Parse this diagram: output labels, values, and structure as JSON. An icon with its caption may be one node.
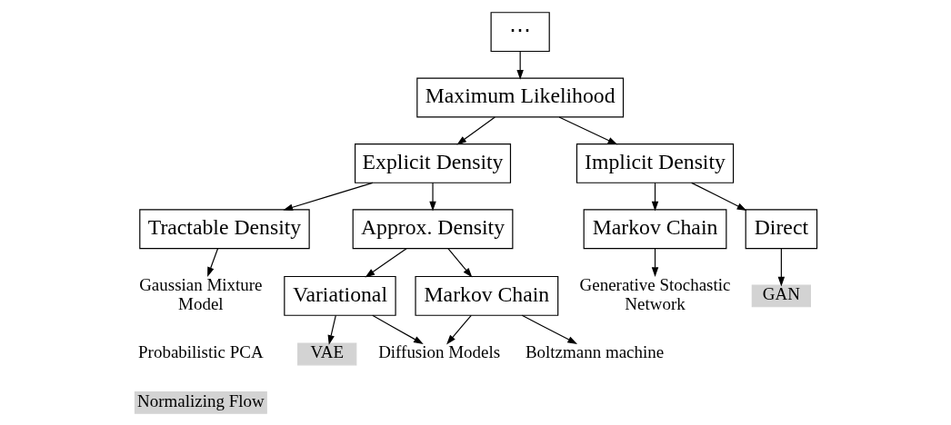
{
  "diagram": {
    "nodes": [
      {
        "text": [
          "⋯"
        ]
      },
      {
        "text": [
          "Maximum Likelihood"
        ]
      },
      {
        "text": [
          "Explicit Density"
        ]
      },
      {
        "text": [
          "Implicit Density"
        ]
      },
      {
        "text": [
          "Tractable Density"
        ]
      },
      {
        "text": [
          "Approx. Density"
        ]
      },
      {
        "text": [
          "Markov Chain"
        ]
      },
      {
        "text": [
          "Direct"
        ]
      },
      {
        "text": [
          "Gaussian Mixture Model"
        ]
      },
      {
        "text": [
          "Variational"
        ]
      },
      {
        "text": [
          "Markov Chain"
        ]
      },
      {
        "text": [
          "Generative Stochastic Network"
        ]
      },
      {
        "text": [
          "GAN"
        ]
      },
      {
        "text": [
          "VAE"
        ]
      },
      {
        "text": [
          "Diffusion Models"
        ]
      },
      {
        "text": [
          "Boltzmann machine"
        ]
      }
    ],
    "edges": [
      {
        "from": 0,
        "to": 1,
        "arrow": "to"
      },
      {
        "from": 1,
        "to": 2,
        "arrow": "to"
      },
      {
        "from": 1,
        "to": 3,
        "arrow": "to"
      },
      {
        "from": 2,
        "to": 4,
        "arrow": "to"
      },
      {
        "from": 2,
        "to": 5,
        "arrow": "to"
      },
      {
        "from": 3,
        "to": 6,
        "arrow": "to"
      },
      {
        "from": 3,
        "to": 7,
        "arrow": "to"
      },
      {
        "from": 4,
        "to": 8,
        "arrow": "to"
      },
      {
        "from": 5,
        "to": 9,
        "arrow": "to"
      },
      {
        "from": 5,
        "to": 10,
        "arrow": "to"
      },
      {
        "from": 6,
        "to": 11,
        "arrow": "to"
      },
      {
        "from": 7,
        "to": 12,
        "arrow": "to"
      },
      {
        "from": 9,
        "to": 13,
        "arrow": "to"
      },
      {
        "from": 9,
        "to": 14,
        "arrow": "to"
      },
      {
        "from": 10,
        "to": 14,
        "arrow": "to"
      },
      {
        "from": 10,
        "to": 15,
        "arrow": "to"
      }
    ],
    "labels": [
      "Probabilistic PCA",
      "Normalizing Flow"
    ]
  }
}
